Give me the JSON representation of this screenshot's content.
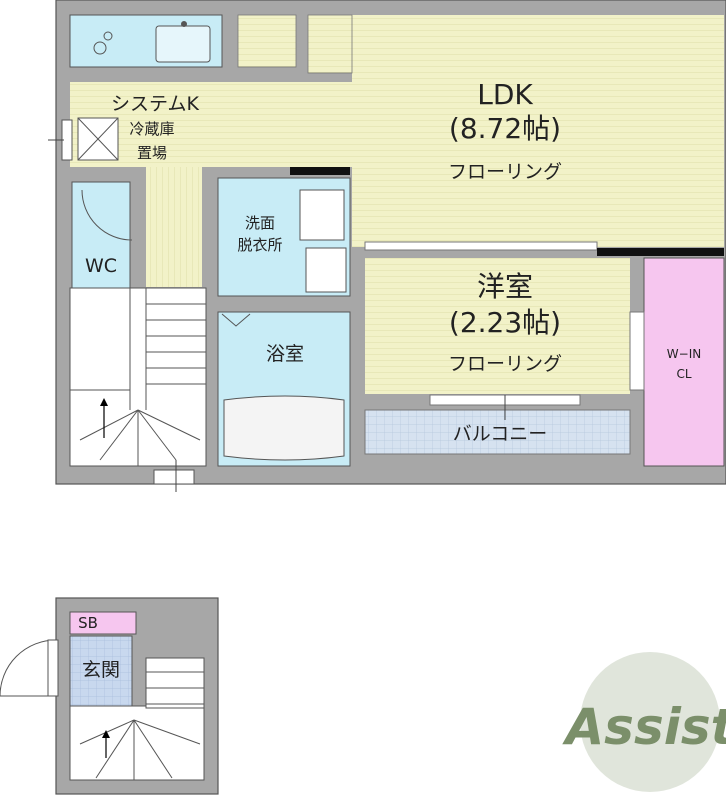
{
  "rooms": {
    "ldk": {
      "name": "LDK",
      "size": "(8.72帖)",
      "floor": "フローリング"
    },
    "western_room": {
      "name": "洋室",
      "size": "(2.23帖)",
      "floor": "フローリング"
    },
    "system_kitchen": "システムK",
    "fridge_line1": "冷蔵庫",
    "fridge_line2": "置場",
    "wc": "WC",
    "washroom_line1": "洗面",
    "washroom_line2": "脱衣所",
    "bathroom": "浴室",
    "balcony": "バルコニー",
    "walk_in_line1": "W−IN",
    "walk_in_line2": "CL",
    "shoe_box": "SB",
    "entrance": "玄関"
  },
  "logo": {
    "text": "Assist"
  },
  "colors": {
    "flooring": "#f2f2c8",
    "wet_area": "#c8ecf6",
    "walk_in_closet": "#f6c6ef",
    "balcony": "#d6e2f0",
    "wall": "#a7a7a7",
    "logo": "#7b8f6a"
  }
}
